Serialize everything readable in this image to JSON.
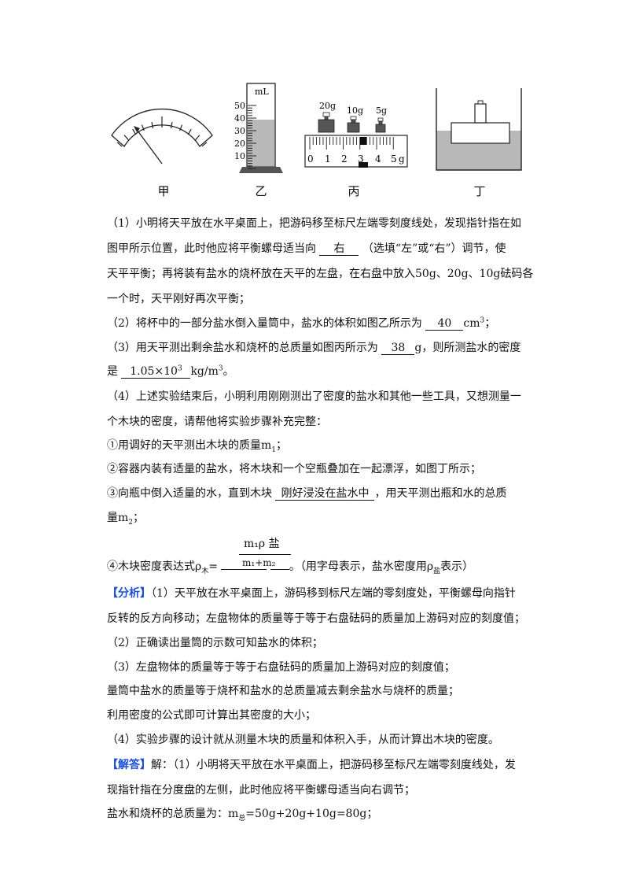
{
  "figures": {
    "captions": [
      "甲",
      "乙",
      "丙",
      "丁"
    ],
    "cylinder": {
      "unit": "mL",
      "ticks": [
        "50",
        "40",
        "30",
        "20",
        "10"
      ],
      "level_ml": 40
    },
    "balance_weights": [
      "20g",
      "10g",
      "5g"
    ],
    "rider_scale": [
      "0",
      "1",
      "2",
      "3",
      "4",
      "5",
      "g"
    ]
  },
  "q1": {
    "l1": "（1）小明将天平放在水平桌面上，把游码移至标尺左端零刻度线处，发现指针指在如",
    "l2a": "图甲所示位置，此时他应将平衡螺母适当向",
    "a1": "右",
    "l2b": "（选填“左”或“右”）调节，使",
    "l3": "天平平衡；再将装有盐水的烧杯放在天平的左盘，在右盘中放入50g、20g、10g砝码各",
    "l4": "一个时，天平刚好再次平衡；"
  },
  "q2": {
    "pre": "（2）将杯中的一部分盐水倒入量筒中，盐水的体积如图乙所示为",
    "ans": "40",
    "unit": "cm",
    "exp": "3",
    "end": "；"
  },
  "q3": {
    "pre": "（3）用天平测出剩余盐水和烧杯的总质量如图丙所示为",
    "ans": "38",
    "post": "g，则所测盐水的密度",
    "pre2": "是",
    "ans2": "1.05×10",
    "exp2": "3",
    "unit": "kg/m",
    "uexp": "3",
    "end": "。"
  },
  "q4": {
    "l1": "（4）上述实验结束后，小明利用刚刚测出了密度的盐水和其他一些工具，又想测量一",
    "l2": "个木块的密度，请帮他将实验步骤补充完整：",
    "s1": "①用调好的天平测出木块的质量m",
    "s1sub": "1",
    "s1end": "；",
    "s2": "②容器内装有适量的盐水，将木块和一个空瓶叠加在一起漂浮，如图丁所示；",
    "s3a": "③向瓶中倒入适量的水，直到木块",
    "s3ans": "刚好浸没在盐水中",
    "s3b": "，用天平测出瓶和水的总质",
    "s3c": "量m",
    "s3sub": "2",
    "s3end": "；",
    "frac_num": "m₁ρ 盐",
    "frac_den": "m₁+m₂",
    "s4a": "④木块密度表达式ρ",
    "s4sub": "木",
    "s4b": "=",
    "s4c": "。（用字母表示，盐水密度用ρ",
    "s4sub2": "盐",
    "s4d": "表示）"
  },
  "analysis": {
    "tag": "【分析】",
    "l1": "（1）天平放在水平桌面上，游码移到标尺左端的零刻度处，平衡螺母向指针",
    "l2": "反转的反方向移动；左盘物体的质量等于等于右盘砝码的质量加上游码对应的刻度值；",
    "l3": "（2）正确读出量筒的示数可知盐水的体积；",
    "l4": "（3）左盘物体的质量等于等于右盘砝码的质量加上游码对应的刻度值；",
    "l5": "量筒中盐水的质量等于烧杯和盐水的总质量减去剩余盐水与烧杯的质量；",
    "l6": "利用密度的公式即可计算出其密度的大小；",
    "l7": "（4）实验步骤的设计就从测量木块的质量和体积入手，从而计算出木块的密度。"
  },
  "solution": {
    "tag": "【解答】",
    "l1": "解：（1）小明将天平放在水平桌面上，把游码移至标尺左端零刻度线处，发",
    "l2": "现指针指在分度盘的左侧，此时他应将平衡螺母适当向右调节；",
    "l3a": "盐水和烧杯的总质量为：m",
    "l3sub": "总",
    "l3b": "=50g+20g+10g=80g；"
  }
}
